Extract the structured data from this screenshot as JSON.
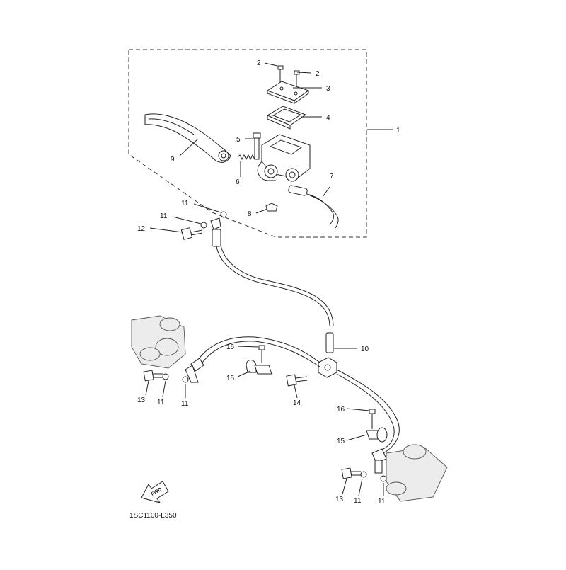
{
  "diagram": {
    "code": "1SC1100-L350",
    "fwd_label": "FWD",
    "callouts": {
      "c1": "1",
      "c2a": "2",
      "c2b": "2",
      "c3": "3",
      "c4": "4",
      "c5": "5",
      "c6": "6",
      "c7": "7",
      "c8": "8",
      "c9": "9",
      "c10": "10",
      "c11a": "11",
      "c11b": "11",
      "c11c": "11",
      "c11d": "11",
      "c11e": "11",
      "c11f": "11",
      "c12": "12",
      "c13a": "13",
      "c13b": "13",
      "c14": "14",
      "c15a": "15",
      "c15b": "15",
      "c16a": "16",
      "c16b": "16"
    }
  }
}
